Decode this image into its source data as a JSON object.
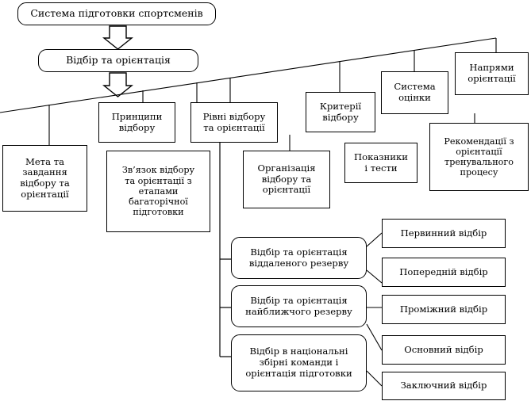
{
  "diagram": {
    "title": "Система підготовки спортсменів",
    "nodes": {
      "root": {
        "label": "Система підготовки спортсменів"
      },
      "level1": {
        "label": "Відбір та орієнтація"
      },
      "goal_tasks": {
        "label": "Мета та\nзавдання\nвідбору та\nорієнтації"
      },
      "principles": {
        "label": "Принципи\nвідбору"
      },
      "link_stages": {
        "label": "Зв’язок відбору\nта орієнтації з\nетапами\nбагаторічної\nпідготовки"
      },
      "levels": {
        "label": "Рівні відбору\nта орієнтації"
      },
      "organization": {
        "label": "Організація\nвідбору та\nорієнтації"
      },
      "criteria": {
        "label": "Критерії\nвідбору"
      },
      "indicators_tests": {
        "label": "Показники\nі тести"
      },
      "assessment_system": {
        "label": "Система\nоцінки"
      },
      "orientation_directions": {
        "label": "Напрями\nорієнтації"
      },
      "recommendations": {
        "label": "Рекомендації з\nорієнтації\nтренувального\nпроцесу"
      },
      "distant_reserve": {
        "label": "Відбір та орієнтація\nвіддаленого резерву"
      },
      "near_reserve": {
        "label": "Відбір та орієнтація\nнайближчого резерву"
      },
      "national_teams": {
        "label": "Відбір в національні\nзбірні команди і\nорієнтація підготовки"
      },
      "primary_selection": {
        "label": "Первинний відбір"
      },
      "preliminary_selection": {
        "label": "Попередній  відбір"
      },
      "intermediate_selection": {
        "label": "Проміжний відбір"
      },
      "main_selection": {
        "label": "Основний відбір"
      },
      "final_selection": {
        "label": "Заключний відбір"
      }
    },
    "colors": {
      "stroke": "#000000",
      "fill": "#ffffff",
      "text": "#000000"
    }
  }
}
